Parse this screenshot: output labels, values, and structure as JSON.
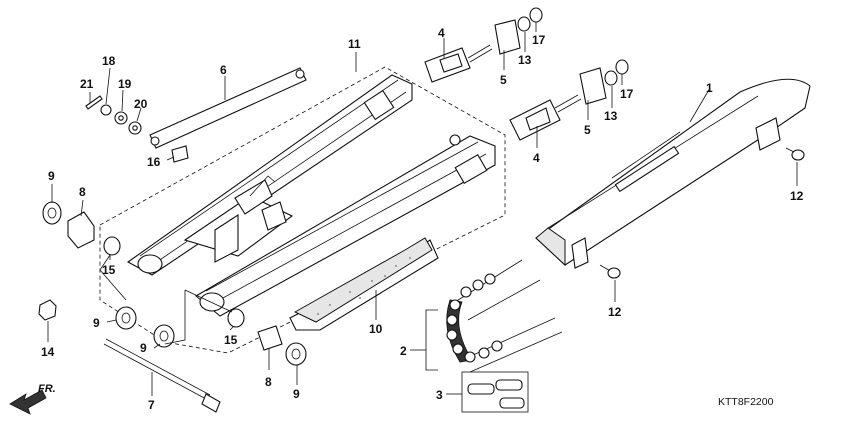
{
  "diagram": {
    "code": "KTT8F2200",
    "direction_label": "FR.",
    "callouts": {
      "c1": "1",
      "c2": "2",
      "c3": "3",
      "c4a": "4",
      "c4b": "4",
      "c5a": "5",
      "c5b": "5",
      "c6": "6",
      "c7": "7",
      "c8a": "8",
      "c8b": "8",
      "c9a": "9",
      "c9b": "9",
      "c9c": "9",
      "c9d": "9",
      "c10": "10",
      "c11": "11",
      "c12a": "12",
      "c12b": "12",
      "c13a": "13",
      "c13b": "13",
      "c14": "14",
      "c15a": "15",
      "c15b": "15",
      "c16": "16",
      "c17a": "17",
      "c17b": "17",
      "c18": "18",
      "c19": "19",
      "c20": "20",
      "c21": "21"
    }
  }
}
